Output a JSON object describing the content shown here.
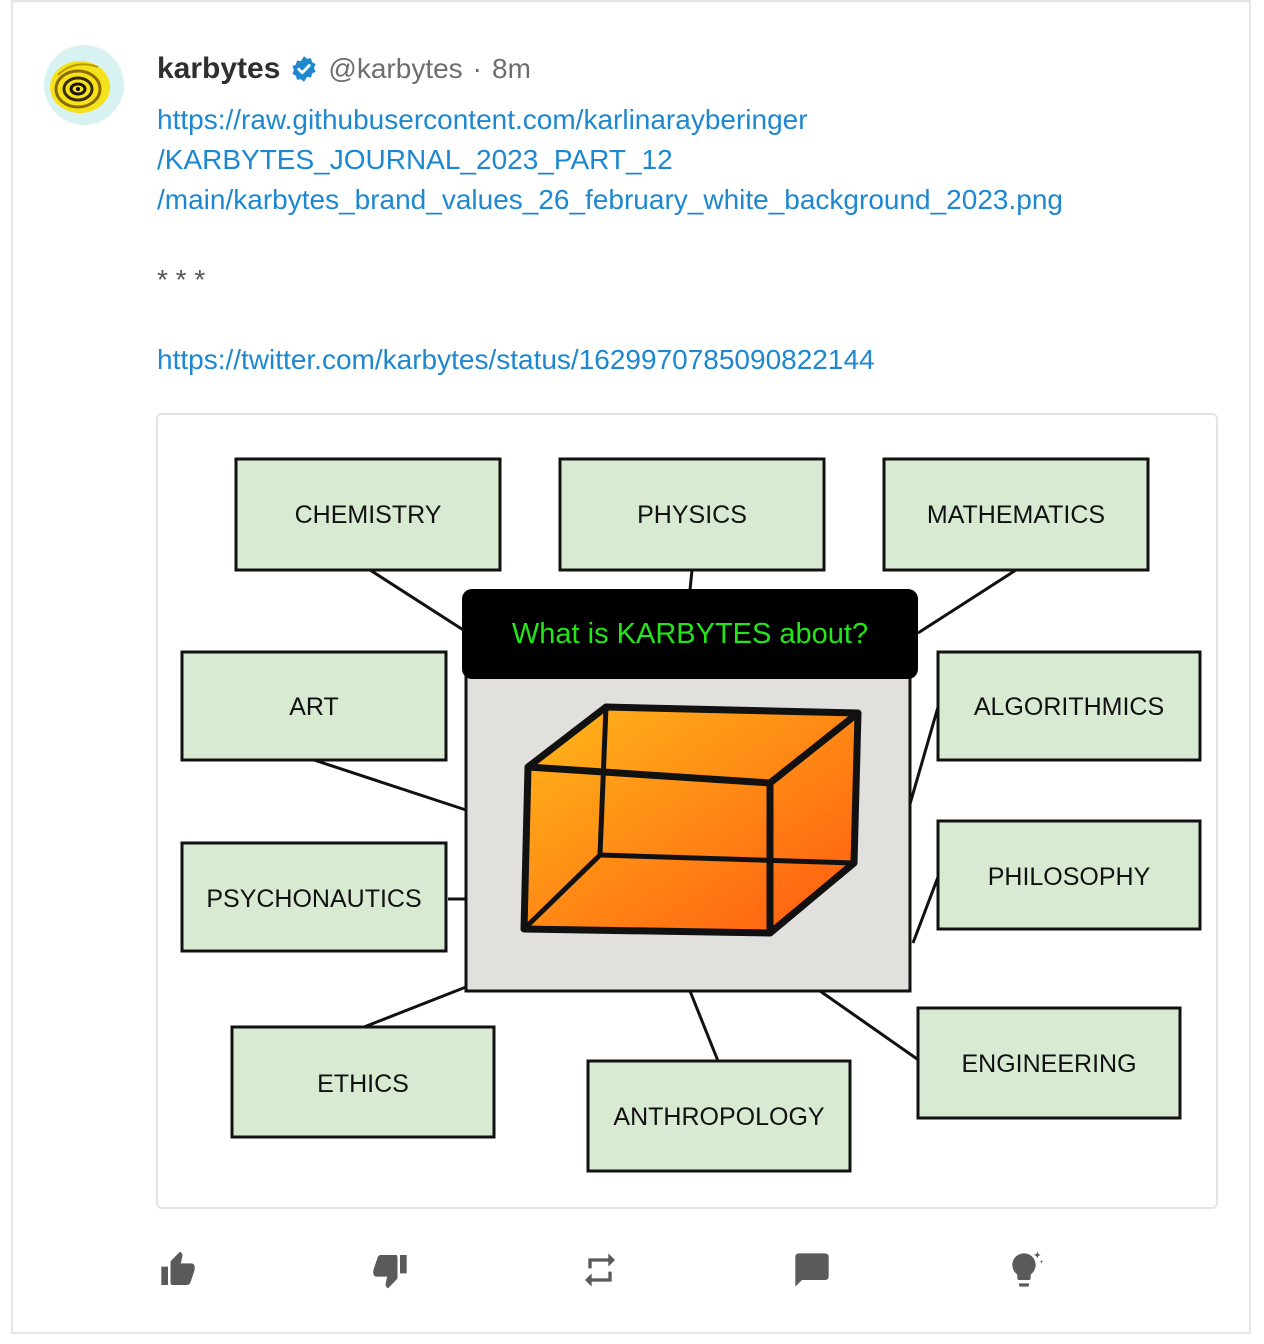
{
  "post": {
    "author": {
      "display_name": "karbytes",
      "handle": "@karbytes",
      "separator": "·",
      "time": "8m",
      "verified_icon": "verified-badge-icon",
      "avatar_icon": "spiral-avatar"
    },
    "body": {
      "link1_lines": [
        "https://raw.githubusercontent.com/karlinarayberinger",
        "/KARBYTES_JOURNAL_2023_PART_12",
        "/main/karbytes_brand_values_26_february_white_background_2023.png"
      ],
      "stars": "* * *",
      "link2": "https://twitter.com/karbytes/status/1629970785090822144"
    },
    "media": {
      "center_caption": "What is KARBYTES about?",
      "boxes": {
        "chemistry": "CHEMISTRY",
        "physics": "PHYSICS",
        "mathematics": "MATHEMATICS",
        "art": "ART",
        "algorithmics": "ALGORITHMICS",
        "psychonautics": "PSYCHONAUTICS",
        "philosophy": "PHILOSOPHY",
        "ethics": "ETHICS",
        "anthropology": "ANTHROPOLOGY",
        "engineering": "ENGINEERING"
      },
      "colors": {
        "box_fill": "#d9ead3",
        "caption_bg": "#000000",
        "caption_text": "#22e51a",
        "cube_orange": "#ff8a1a"
      }
    },
    "actions": {
      "like_icon": "thumbs-up-icon",
      "dislike_icon": "thumbs-down-icon",
      "repost_icon": "repost-icon",
      "reply_icon": "comment-icon",
      "insight_icon": "lightbulb-icon"
    },
    "colors": {
      "link": "#1d87d0",
      "icon": "#5a5a5a"
    }
  }
}
